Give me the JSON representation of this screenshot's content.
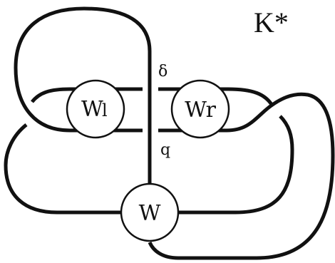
{
  "diagram": {
    "title": "K*",
    "boxes": {
      "left": "W",
      "left_subscript": "l",
      "right": "Wr",
      "bottom": "W"
    },
    "strand_labels": {
      "upper": "δ",
      "lower": "q"
    },
    "colors": {
      "ink": "#111111",
      "background": "#ffffff"
    }
  }
}
